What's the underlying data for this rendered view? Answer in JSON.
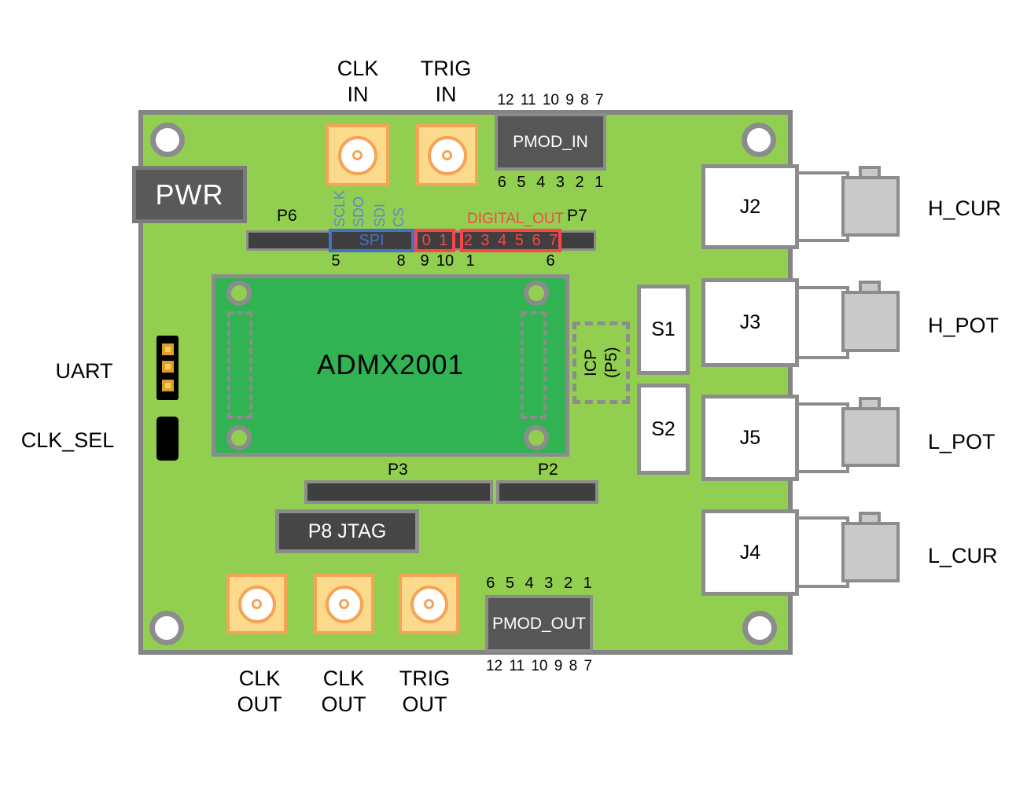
{
  "labels": {
    "pwr": "PWR",
    "uart": "UART",
    "clk_sel": "CLK_SEL",
    "module": "ADMX2001",
    "clk_in": [
      "CLK",
      "IN"
    ],
    "trig_in": [
      "TRIG",
      "IN"
    ],
    "clk_out1": [
      "CLK",
      "OUT"
    ],
    "clk_out2": [
      "CLK",
      "OUT"
    ],
    "trig_out": [
      "TRIG",
      "OUT"
    ]
  },
  "pmod_in": {
    "label": "PMOD_IN",
    "pins_top": "12 11 10 9 8 7",
    "pins_bottom": "6 5 4 3 2 1"
  },
  "pmod_out": {
    "label": "PMOD_OUT",
    "pins_top": "6 5 4 3 2 1",
    "pins_bottom": "12 11 10 9 8 7"
  },
  "header_p6p7": {
    "p6": "P6",
    "p7": "P7",
    "spi": "SPI",
    "spi_signals": [
      "SCLK",
      "SDO",
      "SDI",
      "CS"
    ],
    "digital_out": "DIGITAL_OUT",
    "gpio_left": "0 1",
    "gpio_right": "2 3 4 5 6 7",
    "pin_numbers": [
      "5",
      "8",
      "9",
      "10",
      "1",
      "6"
    ]
  },
  "switches": [
    {
      "label": "S1"
    },
    {
      "label": "S2"
    }
  ],
  "icp": {
    "line1": "ICP",
    "line2": "(P5)"
  },
  "bottom_headers": {
    "p3": "P3",
    "p2": "P2",
    "p8_jtag": "P8 JTAG"
  },
  "bnc_ports": [
    {
      "jack": "J2",
      "signal": "H_CUR"
    },
    {
      "jack": "J3",
      "signal": "H_POT"
    },
    {
      "jack": "J5",
      "signal": "L_POT"
    },
    {
      "jack": "J4",
      "signal": "L_CUR"
    }
  ],
  "colors": {
    "board_green": "#92CF50",
    "module_green": "#31B353",
    "connector_dark": "#565656",
    "header_dark": "#3F3F3F",
    "sma_fill": "#FBDA8C",
    "sma_orange": "#F5A356",
    "spi_blue": "#4472C4",
    "digital_red": "#FB4649",
    "border_gray": "#8C8C8C",
    "bnc_gray": "#C9C9C9"
  }
}
